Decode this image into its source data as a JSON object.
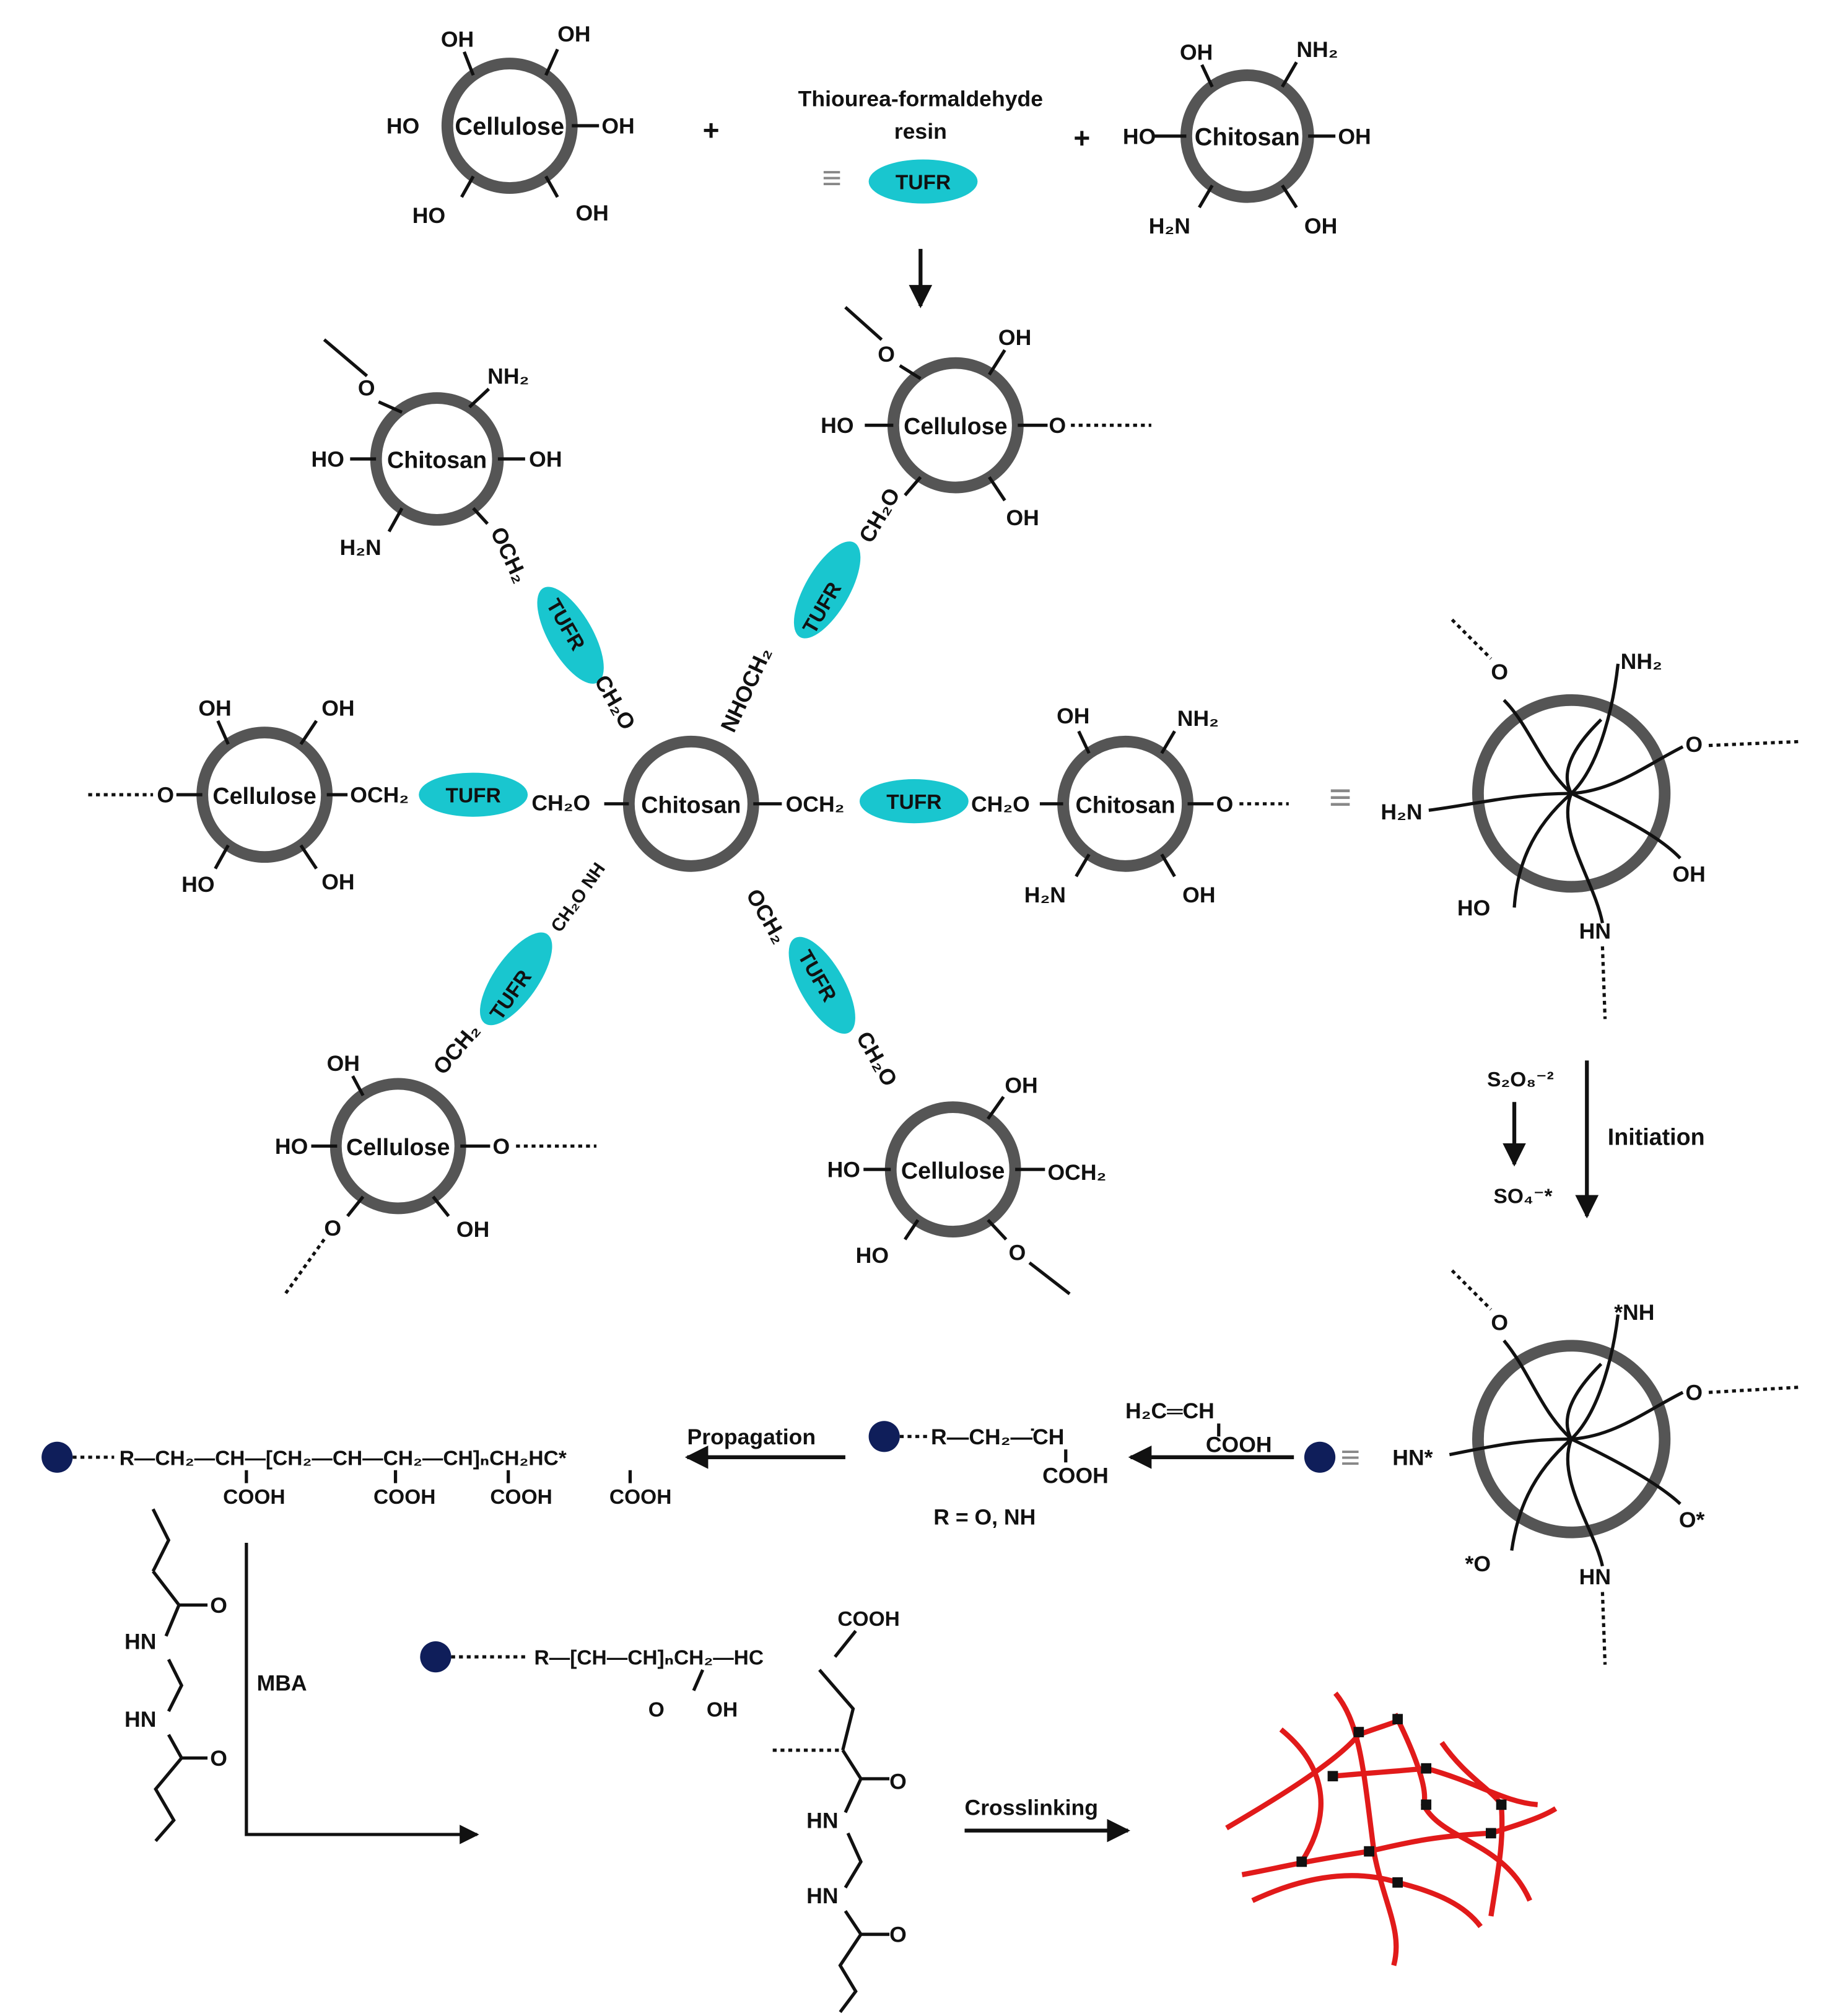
{
  "colors": {
    "tufr_fill": "#19c6cf",
    "ring_stroke": "#555555",
    "network": "#e11a1a",
    "bead": "#0f1e5a"
  },
  "rings": {
    "cellulose": "Cellulose",
    "chitosan": "Chitosan"
  },
  "groups": {
    "oh": "OH",
    "ho": "HO",
    "nh2": "NH₂",
    "h2n": "H₂N",
    "o": "O",
    "och2": "OCH₂",
    "ch2o": "CH₂O",
    "nhoch2": "NHOCH₂",
    "ch2onh": "CH₂O NH",
    "hn": "HN",
    "nh_rad": "*NH",
    "hn_rad": "HN*",
    "o_rad": "O*",
    "rad_o": "*O"
  },
  "tufr": {
    "label": "TUFR",
    "resin_name_line1": "Thiourea-formaldehyde",
    "resin_name_line2": "resin"
  },
  "symbols": {
    "plus": "+",
    "equiv": "≡"
  },
  "steps": {
    "initiation": "Initiation",
    "persulfate": "S₂O₈⁻²",
    "sulfate_radical": "SO₄⁻*",
    "propagation": "Propagation",
    "mba": "MBA",
    "crosslinking": "Crosslinking"
  },
  "monomer": {
    "line1": "H₂C═CH",
    "line2": "COOH"
  },
  "radical_unit": {
    "chain": "R—CH₂—̇CH",
    "cooh": "COOH",
    "r_def": "R = O, NH"
  },
  "propagated_chain": {
    "text": "R—CH₂—CH—[CH₂—CH—CH₂—CH]ₙCH₂HC*",
    "subs": [
      "COOH",
      "COOH",
      "COOH",
      "COOH"
    ]
  },
  "mba_structure": {
    "o": "O",
    "hn": "HN"
  },
  "crosslinked_chain": {
    "text": "R—[CH—CH]ₙCH₂—HC",
    "cooh": "COOH",
    "o": "O",
    "oh": "OH",
    "hn": "HN"
  }
}
